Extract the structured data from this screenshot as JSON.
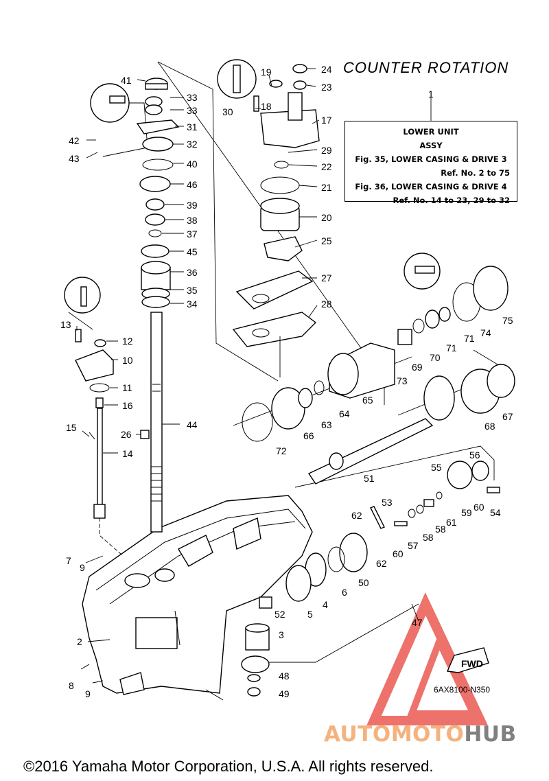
{
  "title": "COUNTER  ROTATION",
  "ref_box": {
    "callout": "1",
    "line1": "LOWER UNIT",
    "line2": "ASSY",
    "line3": "Fig. 35, LOWER CASING & DRIVE 3",
    "line4": "Ref. No. 2 to 75",
    "line5": "Fig. 36, LOWER CASING & DRIVE 4",
    "line6": "Ref. No. 14 to 23, 29 to 32"
  },
  "diagram_code": "6AX8100-N350",
  "fwd_label": "FWD",
  "watermark": {
    "part1": "AUTOMOTO",
    "part2": "HUB",
    "color1": "#f4b27e",
    "color2": "#808080",
    "mark_color": "#e8443a"
  },
  "copyright": "©2016 Yamaha Motor Corporation, U.S.A. All rights reserved.",
  "callouts": [
    "2",
    "3",
    "4",
    "5",
    "6",
    "7",
    "8",
    "9",
    "9",
    "10",
    "11",
    "12",
    "13",
    "14",
    "15",
    "16",
    "17",
    "18",
    "19",
    "20",
    "21",
    "22",
    "23",
    "24",
    "25",
    "26",
    "27",
    "28",
    "29",
    "30",
    "31",
    "32",
    "33",
    "33",
    "34",
    "35",
    "36",
    "37",
    "38",
    "39",
    "40",
    "41",
    "42",
    "43",
    "44",
    "45",
    "46",
    "47",
    "48",
    "49",
    "50",
    "51",
    "52",
    "53",
    "54",
    "55",
    "56",
    "57",
    "58",
    "58",
    "59",
    "60",
    "60",
    "61",
    "62",
    "62",
    "63",
    "64",
    "65",
    "66",
    "67",
    "68",
    "69",
    "70",
    "71",
    "71",
    "72",
    "73",
    "74",
    "75"
  ]
}
